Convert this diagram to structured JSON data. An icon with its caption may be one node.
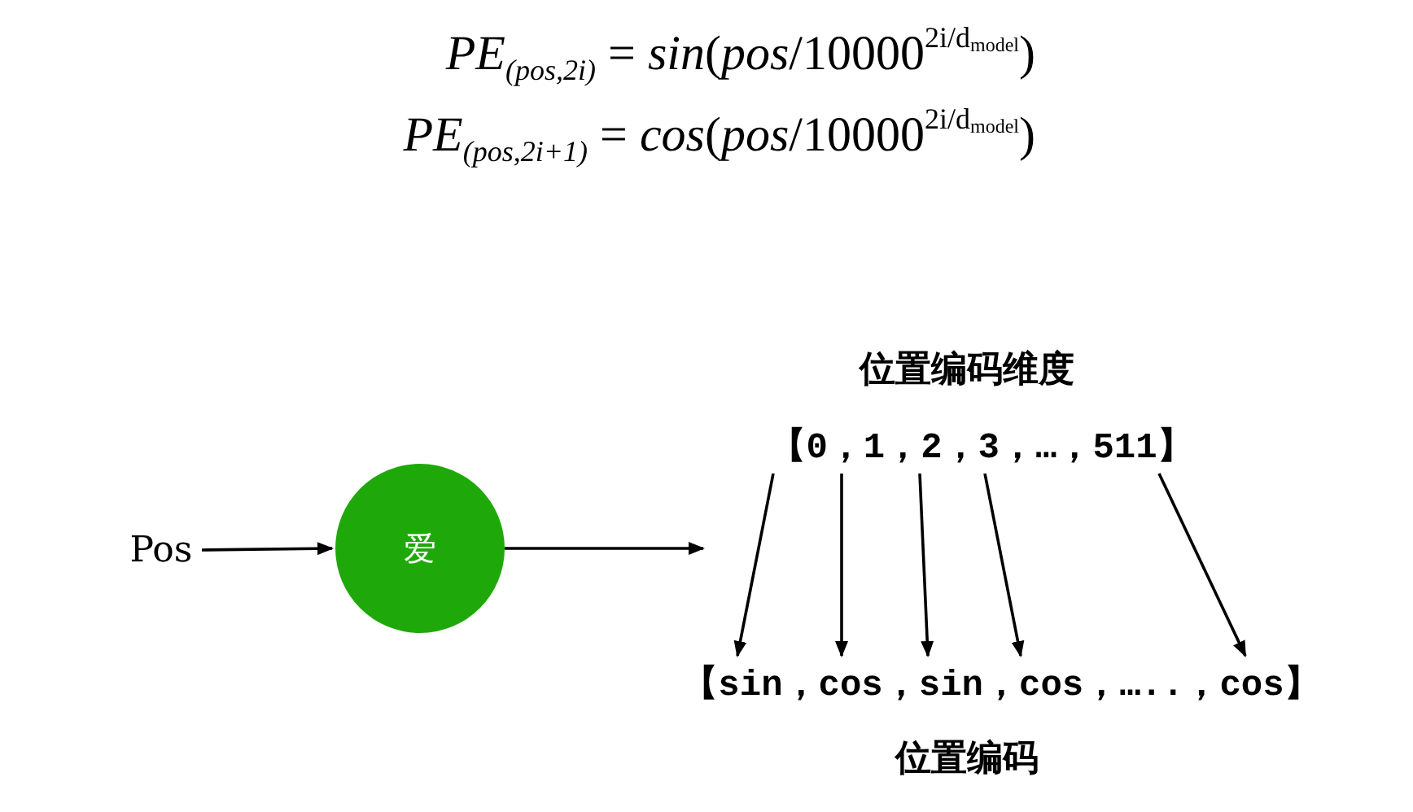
{
  "diagram": {
    "nodes": [
      {
        "text": [
          "Pos"
        ]
      },
      {
        "text": [
          "爱"
        ]
      },
      {
        "text": [
          "【0，1，2，3，…，511】"
        ]
      },
      {
        "text": [
          "【sin，cos，sin，cos，…..，cos】"
        ]
      }
    ],
    "edges": [
      {
        "from": 0,
        "to": 1,
        "arrow": "to"
      },
      {
        "from": 1,
        "to": null,
        "arrow": "to"
      },
      {
        "from": 2,
        "to": 3,
        "arrow": "to"
      },
      {
        "from": 2,
        "to": 3,
        "arrow": "to"
      },
      {
        "from": 2,
        "to": 3,
        "arrow": "to"
      },
      {
        "from": 2,
        "to": 3,
        "arrow": "to"
      },
      {
        "from": 2,
        "to": 3,
        "arrow": "to"
      }
    ],
    "labels": [
      "*PE*$_{(pos,2i)}$ = *sin*(*pos*/10000$^{2i/d}$$_{model}$)",
      "*PE*$_{(pos,2i+1)}$ = *cos*(*pos*/10000$^{2i/d}$$_{model}$)",
      "位置编码维度",
      "位置编码"
    ]
  }
}
